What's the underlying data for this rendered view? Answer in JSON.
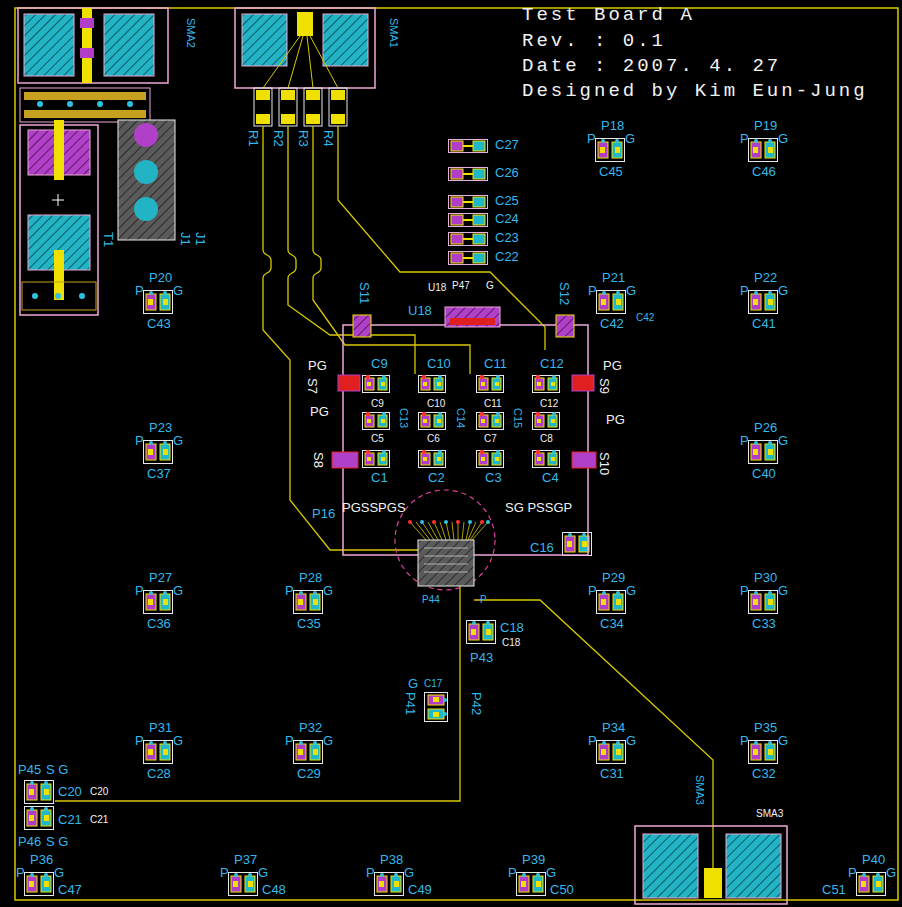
{
  "diagram": {
    "title": "Test Board A",
    "labels": [
      "Rev. : 0.1",
      "Date : 2007. 4. 27",
      "Designed by Kim Eun-Jung",
      "SMA2",
      "SMA1",
      "R1",
      "R2",
      "R3",
      "R4",
      "T1",
      "J1",
      "J1",
      "C27",
      "C26",
      "C25",
      "C24",
      "C23",
      "C22",
      "P18",
      "P",
      "G",
      "C45",
      "P19",
      "P",
      "G",
      "C46",
      "P20",
      "P",
      "G",
      "C43",
      "P21",
      "P",
      "G",
      "C42",
      "P22",
      "P",
      "G",
      "C41",
      "P23",
      "P",
      "G",
      "C37",
      "P26",
      "P",
      "G",
      "C40",
      "P27",
      "P",
      "G",
      "C36",
      "P28",
      "P",
      "G",
      "C35",
      "P29",
      "P",
      "G",
      "C34",
      "P30",
      "P",
      "G",
      "C33",
      "P31",
      "P",
      "G",
      "C28",
      "P32",
      "P",
      "G",
      "C29",
      "P34",
      "P",
      "G",
      "C31",
      "P35",
      "P",
      "G",
      "C32",
      "P36",
      "P",
      "G",
      "C47",
      "P37",
      "P",
      "G",
      "C48",
      "P38",
      "P",
      "G",
      "C49",
      "P39",
      "P",
      "G",
      "C50",
      "P40",
      "P",
      "G",
      "C51",
      "C42",
      "U18",
      "U18",
      "P47",
      "G",
      "S11",
      "S12",
      "PG",
      "S7",
      "PG",
      "S9",
      "C9",
      "C10",
      "C11",
      "C12",
      "C9",
      "C10",
      "C11",
      "C12",
      "C13",
      "C14",
      "C15",
      "PG",
      "PG",
      "C5",
      "C6",
      "C7",
      "C8",
      "S8",
      "S10",
      "C1",
      "C2",
      "C3",
      "C4",
      "PGSSPGS",
      "SG PSSGP",
      "P16",
      "C16",
      "P44",
      "P",
      "C18",
      "C18",
      "P43",
      "P41",
      "G",
      "C17",
      "P42",
      "P45",
      "S G",
      "C20",
      "C20",
      "C21",
      "C21",
      "P46",
      "S G",
      "SMA3",
      "SMA3"
    ]
  }
}
